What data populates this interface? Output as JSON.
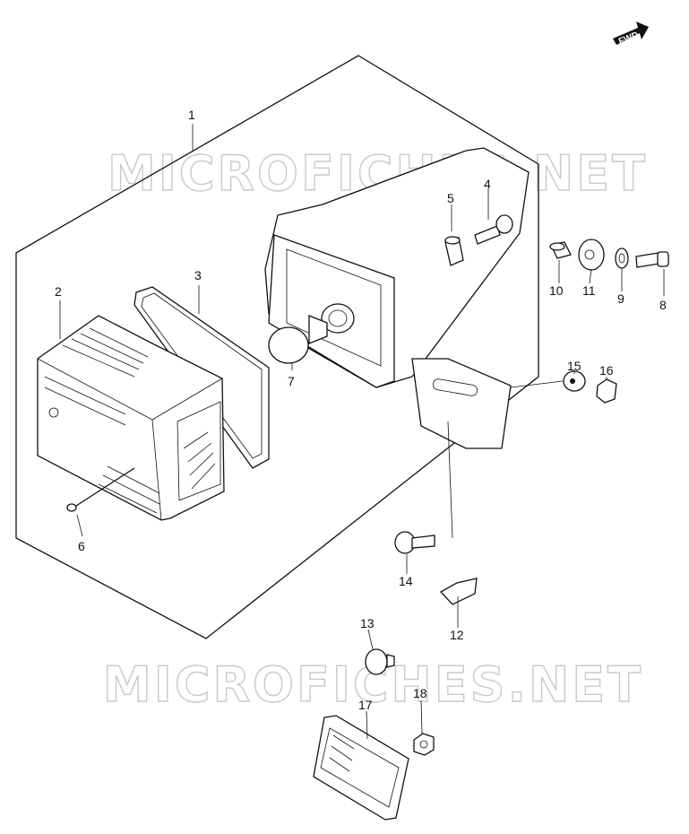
{
  "watermarks": {
    "top": "MICROFICHES.NET",
    "bottom": "MICROFICHES.NET"
  },
  "direction_badge": {
    "text": "FWD",
    "icon": "fwd-arrow-icon"
  },
  "parts": {
    "p1": "1",
    "p2": "2",
    "p3": "3",
    "p4": "4",
    "p5": "5",
    "p6": "6",
    "p7": "7",
    "p8": "8",
    "p9": "9",
    "p10": "10",
    "p11": "11",
    "p12": "12",
    "p13": "13",
    "p14": "14",
    "p15": "15",
    "p16": "16",
    "p17": "17",
    "p18": "18"
  }
}
